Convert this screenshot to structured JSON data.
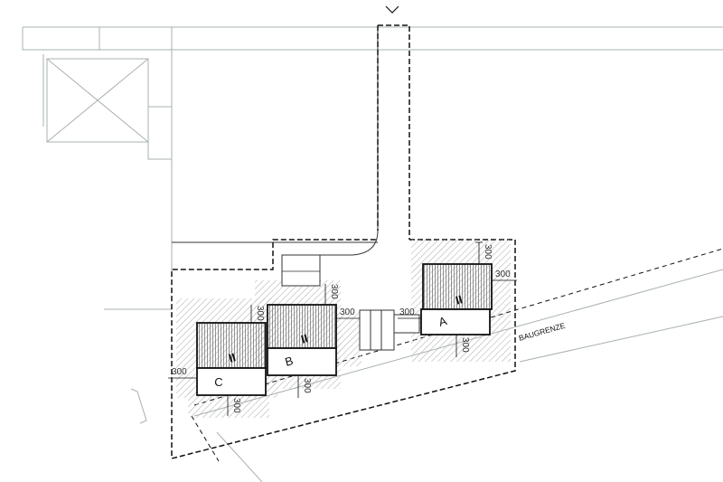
{
  "buildings": [
    {
      "id": "A",
      "label": "A",
      "storeys": "II"
    },
    {
      "id": "B",
      "label": "B",
      "storeys": "II"
    },
    {
      "id": "C",
      "label": "C",
      "storeys": "II"
    }
  ],
  "dimensions": {
    "a_top": "300",
    "a_right": "300",
    "a_left": "300",
    "a_bottom": "300",
    "b_top": "300",
    "b_right": "300",
    "b_bottom": "300",
    "c_top": "300",
    "c_left": "300",
    "c_bottom": "300"
  },
  "baugrenze_label": "BAUGRENZE",
  "colors": {
    "neighbor_lines": "#a8b0b0",
    "hatch": "#b8b8b8",
    "outline": "#111111"
  }
}
